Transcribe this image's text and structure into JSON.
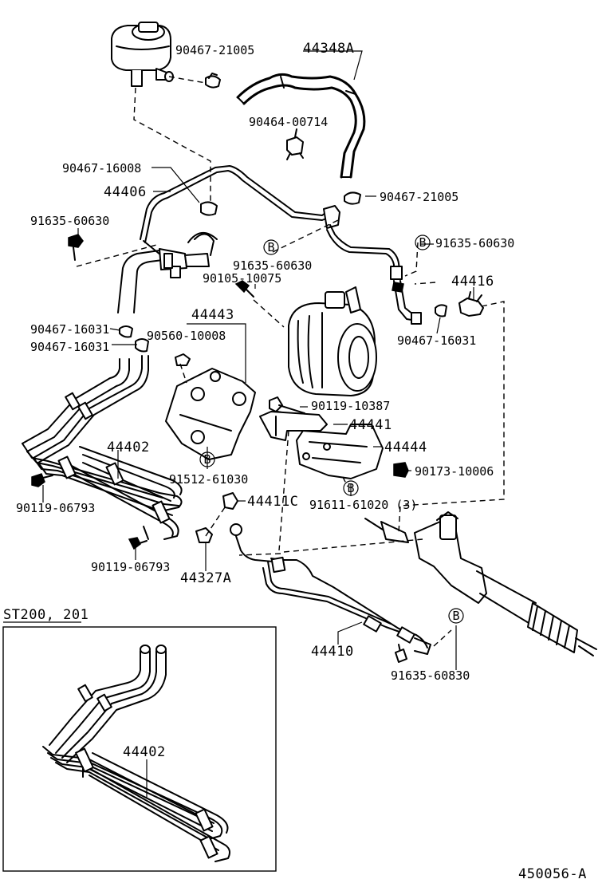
{
  "labels": {
    "p90467_21005_top": "90467-21005",
    "p44348A": "44348A",
    "p90464_00714": "90464-00714",
    "p90467_16008": "90467-16008",
    "p44406": "44406",
    "p90467_21005_mid": "90467-21005",
    "p91635_60630_left": "91635-60630",
    "p91635_60630_right": "91635-60630",
    "p91635_60630_center": "91635-60630",
    "p90105_10075": "90105-10075",
    "p44416": "44416",
    "p44443": "44443",
    "p90467_16031_a": "90467-16031",
    "p90560_10008": "90560-10008",
    "p90467_16031_b": "90467-16031",
    "p90467_16031_right": "90467-16031",
    "p90119_10387": "90119-10387",
    "p44441": "44441",
    "p44402_main": "44402",
    "p44444": "44444",
    "p90173_10006": "90173-10006",
    "p91512_61030": "91512-61030",
    "p91611_61020": "91611-61020 (3)",
    "p90119_06793_a": "90119-06793",
    "p44411C": "44411C",
    "p90119_06793_b": "90119-06793",
    "p44327A": "44327A",
    "p44410": "44410",
    "p91635_60830": "91635-60830",
    "p44402_inset": "44402",
    "inset_title": "ST200, 201",
    "figure_number": "450056-A",
    "callout_B": "B"
  }
}
